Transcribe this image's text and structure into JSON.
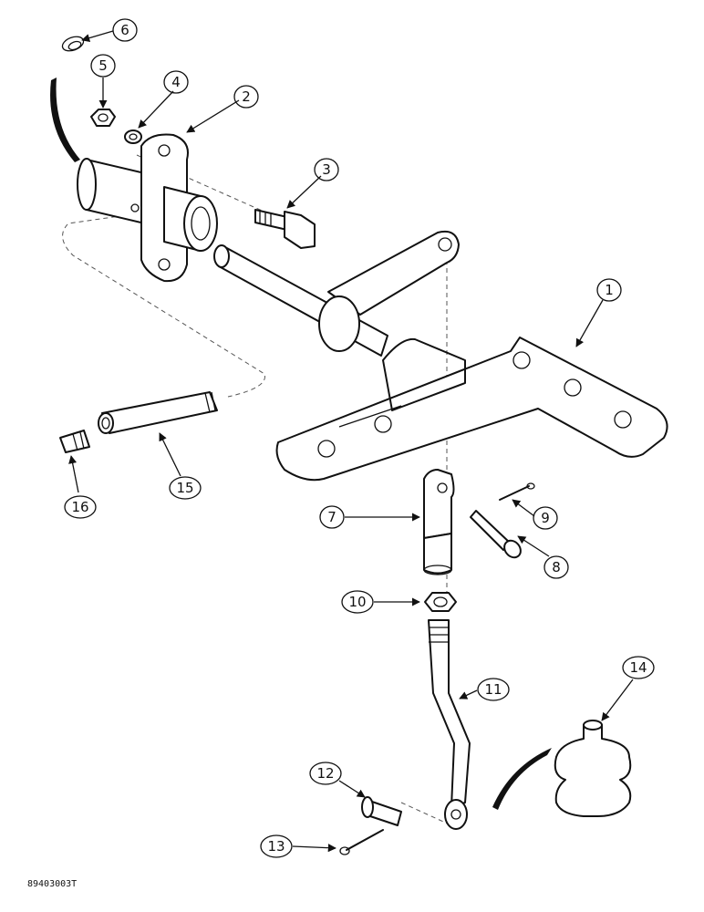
{
  "callouts": [
    {
      "id": "c1",
      "label": "1"
    },
    {
      "id": "c2",
      "label": "2"
    },
    {
      "id": "c3",
      "label": "3"
    },
    {
      "id": "c4",
      "label": "4"
    },
    {
      "id": "c5",
      "label": "5"
    },
    {
      "id": "c6",
      "label": "6"
    },
    {
      "id": "c7",
      "label": "7"
    },
    {
      "id": "c8",
      "label": "8"
    },
    {
      "id": "c9",
      "label": "9"
    },
    {
      "id": "c10",
      "label": "10"
    },
    {
      "id": "c11",
      "label": "11"
    },
    {
      "id": "c12",
      "label": "12"
    },
    {
      "id": "c13",
      "label": "13"
    },
    {
      "id": "c14",
      "label": "14"
    },
    {
      "id": "c15",
      "label": "15"
    },
    {
      "id": "c16",
      "label": "16"
    }
  ],
  "figure_code": "89403003T"
}
